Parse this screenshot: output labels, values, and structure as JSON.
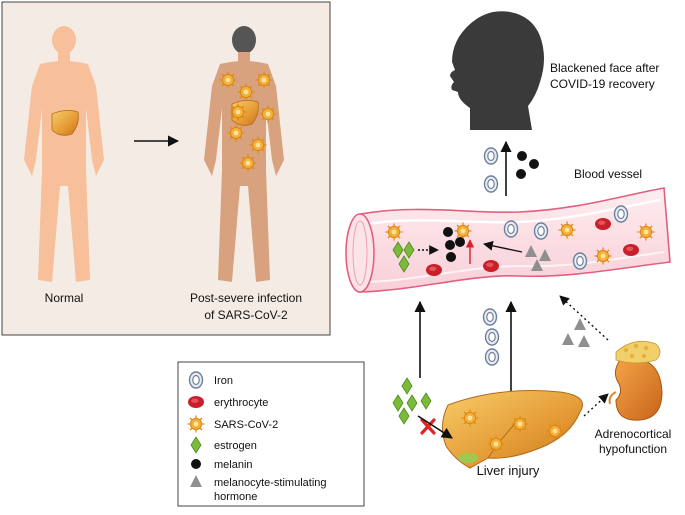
{
  "panel": {
    "normal_label": "Normal",
    "infected_label_line1": "Post-severe infection",
    "infected_label_line2": "of SARS-CoV-2"
  },
  "head": {
    "caption_line1": "Blackened face after",
    "caption_line2": "COVID-19 recovery"
  },
  "vessel": {
    "label": "Blood vessel"
  },
  "liver": {
    "label": "Liver injury"
  },
  "adrenal": {
    "label_line1": "Adrenocortical",
    "label_line2": "hypofunction"
  },
  "legend": {
    "items": [
      {
        "icon": "iron-icon",
        "label": "Iron"
      },
      {
        "icon": "erythrocyte-icon",
        "label": "erythrocyte"
      },
      {
        "icon": "sars-cov-2-icon",
        "label": "SARS-CoV-2"
      },
      {
        "icon": "estrogen-icon",
        "label": "estrogen"
      },
      {
        "icon": "melanin-icon",
        "label": "melanin"
      },
      {
        "icon": "msh-icon",
        "label_line1": "melanocyte-stimulating",
        "label_line2": "hormone"
      }
    ]
  },
  "colors": {
    "panel_bg": "#f4ece4",
    "body_skin": "#f7bf9a",
    "body_tan": "#d9a27e",
    "head_gray": "#3a3a3a",
    "vessel_pink": "#fbdde3",
    "vessel_stroke": "#e2607e",
    "erythrocyte": "#c8202a",
    "virus": "#f1a12a",
    "estrogen": "#7cba3c",
    "liver": "#e8a23a",
    "adrenal": "#e07f1f",
    "hormone": "#909090"
  }
}
